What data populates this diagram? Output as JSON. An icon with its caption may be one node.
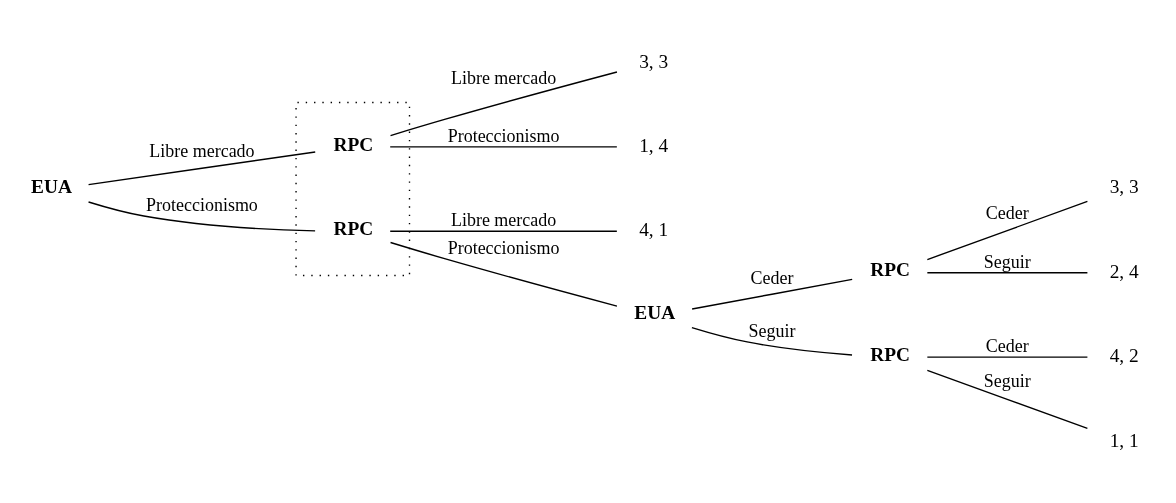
{
  "diagram": {
    "nodes": [
      {
        "text": [
          "EUA"
        ]
      },
      {
        "text": [],
        "shape": "box"
      },
      {
        "text": [
          "RPC"
        ],
        "in": 1
      },
      {
        "text": [
          "RPC"
        ],
        "in": 1
      },
      {
        "text": [
          "3, 3"
        ]
      },
      {
        "text": [
          "1, 4"
        ]
      },
      {
        "text": [
          "4, 1"
        ]
      },
      {
        "text": [
          "EUA"
        ]
      },
      {
        "text": [
          "RPC"
        ]
      },
      {
        "text": [
          "RPC"
        ]
      },
      {
        "text": [
          "3, 3"
        ]
      },
      {
        "text": [
          "2, 4"
        ]
      },
      {
        "text": [
          "4, 2"
        ]
      },
      {
        "text": [
          "1, 1"
        ]
      }
    ],
    "edges": [
      {
        "from": 0,
        "to": 2,
        "arrow": "none",
        "label": "Libre mercado"
      },
      {
        "from": 0,
        "to": 3,
        "arrow": "none",
        "label": "Proteccionismo"
      },
      {
        "from": 2,
        "to": 4,
        "arrow": "none",
        "label": "Libre mercado"
      },
      {
        "from": 2,
        "to": 5,
        "arrow": "none",
        "label": "Proteccionismo"
      },
      {
        "from": 3,
        "to": 6,
        "arrow": "none",
        "label": "Libre mercado"
      },
      {
        "from": 3,
        "to": 7,
        "arrow": "none",
        "label": "Proteccionismo"
      },
      {
        "from": 7,
        "to": 8,
        "arrow": "none",
        "label": "Ceder"
      },
      {
        "from": 7,
        "to": 9,
        "arrow": "none",
        "label": "Seguir"
      },
      {
        "from": 8,
        "to": 10,
        "arrow": "none",
        "label": "Ceder"
      },
      {
        "from": 8,
        "to": 11,
        "arrow": "none",
        "label": "Seguir"
      },
      {
        "from": 9,
        "to": 12,
        "arrow": "none",
        "label": "Ceder"
      },
      {
        "from": 9,
        "to": 13,
        "arrow": "none",
        "label": "Seguir"
      }
    ]
  }
}
